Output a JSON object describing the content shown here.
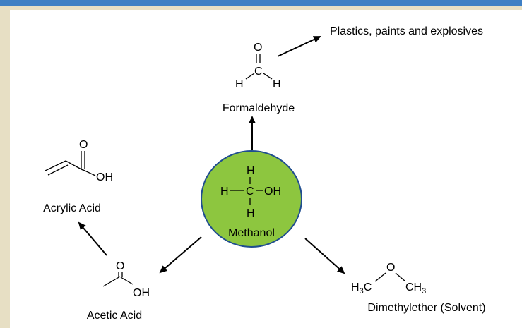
{
  "center": {
    "label": "Methanol",
    "fill": "#8dc63f",
    "stroke": "#1f4d8f"
  },
  "nodes": {
    "formaldehyde": "Formaldehyde",
    "plastics": "Plastics, paints and explosives",
    "acrylic_acid": "Acrylic Acid",
    "acetic_acid": "Acetic Acid",
    "dimethylether": "Dimethylether (Solvent)"
  },
  "atoms": {
    "H": "H",
    "C": "C",
    "O": "O",
    "OH": "OH",
    "HC": "H",
    "CH": "CH",
    "sub3": "3"
  }
}
